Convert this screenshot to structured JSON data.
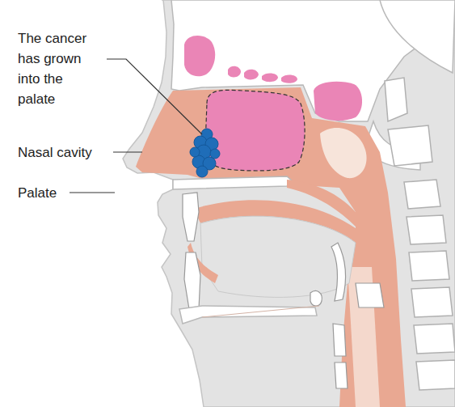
{
  "diagram": {
    "labels": [
      "The cancer has grown into the palate",
      "Nasal cavity",
      "Palate"
    ]
  }
}
